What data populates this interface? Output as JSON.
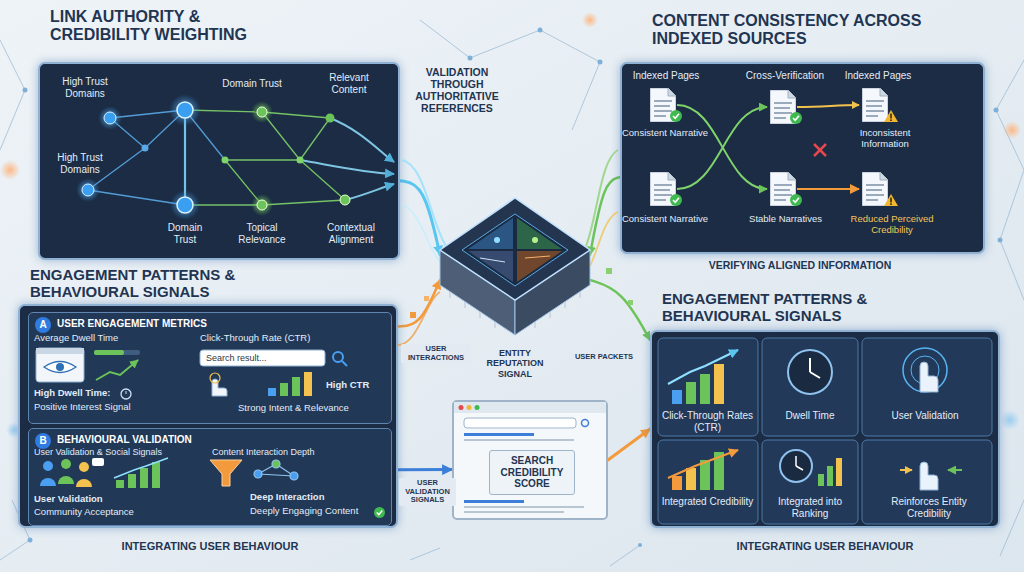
{
  "diagram": {
    "nodes": [
      {
        "text": [
          "LINK AUTHORITY & CREDIBILITY WEIGHTING"
        ]
      },
      {
        "text": [
          "CONTENT CONSISTENCY ACROSS INDEXED SOURCES"
        ]
      },
      {
        "text": [
          "ENGAGEMENT PATTERNS & BEHAVIOURAL SIGNALS"
        ]
      },
      {
        "text": [
          "A",
          "USER ENGAGEMENT METRICS"
        ],
        "in": 2
      },
      {
        "text": [
          "B",
          "BEHAVIOURAL VALIDATION"
        ],
        "in": 2
      },
      {
        "text": [
          "ENTITY REPUTATION SIGNAL"
        ]
      },
      {
        "text": [
          "SEARCH CREDIBILITY SCORE"
        ]
      },
      {
        "text": [
          "ENGAGEMENT PATTERNS & BEHAVIOURAL SIGNALS"
        ]
      }
    ],
    "edges": [
      {
        "from": 0,
        "to": 5,
        "arrow": "to"
      },
      {
        "from": 1,
        "to": 5,
        "arrow": "to"
      },
      {
        "from": 2,
        "to": 5,
        "label": "USER INTERACTIONS",
        "arrow": "to"
      },
      {
        "from": 5,
        "to": 7,
        "label": "USER PACKETS",
        "arrow": "to"
      },
      {
        "from": 2,
        "to": 6,
        "label": "USER VALIDATION SIGNALS",
        "arrow": "to"
      },
      {
        "from": 6,
        "to": 7,
        "arrow": "to"
      }
    ],
    "labels": [
      "High Trust Domains",
      "Domain Trust",
      "Relevant Content",
      "High Trust Domains",
      "Domain Trust",
      "Topical Relevance",
      "Contextual Alignment",
      "VALIDATION THROUGH AUTHORITATIVE REFERENCES",
      "Indexed Pages",
      "Cross-Verification",
      "Indexed Pages",
      "Consistent Narrative",
      "Inconsistent Information",
      "Consistent Narrative",
      "Stable Narratives",
      "Reduced Perceived Credibility",
      "VERIFYING ALIGNED INFORMATION",
      "Average Dwell Time",
      "Click-Through Rate (CTR)",
      "Search result...",
      "High Dwell Time:",
      "Positive Interest Signal",
      "High CTR",
      "Strong Intent & Relevance",
      "User Validation & Social Signals",
      "Content Interaction Depth",
      "User Validation",
      "Community Acceptance",
      "Deep Interaction",
      "Deeply Engaging Content",
      "INTEGRATING USER BEHAVIOUR",
      "Click-Through Rates (CTR)",
      "Dwell Time",
      "User Validation",
      "Integrated Credibility",
      "Integrated into Ranking",
      "Reinforces Entity Credibility",
      "INTEGRATING USER BEHAVIOUR"
    ]
  }
}
